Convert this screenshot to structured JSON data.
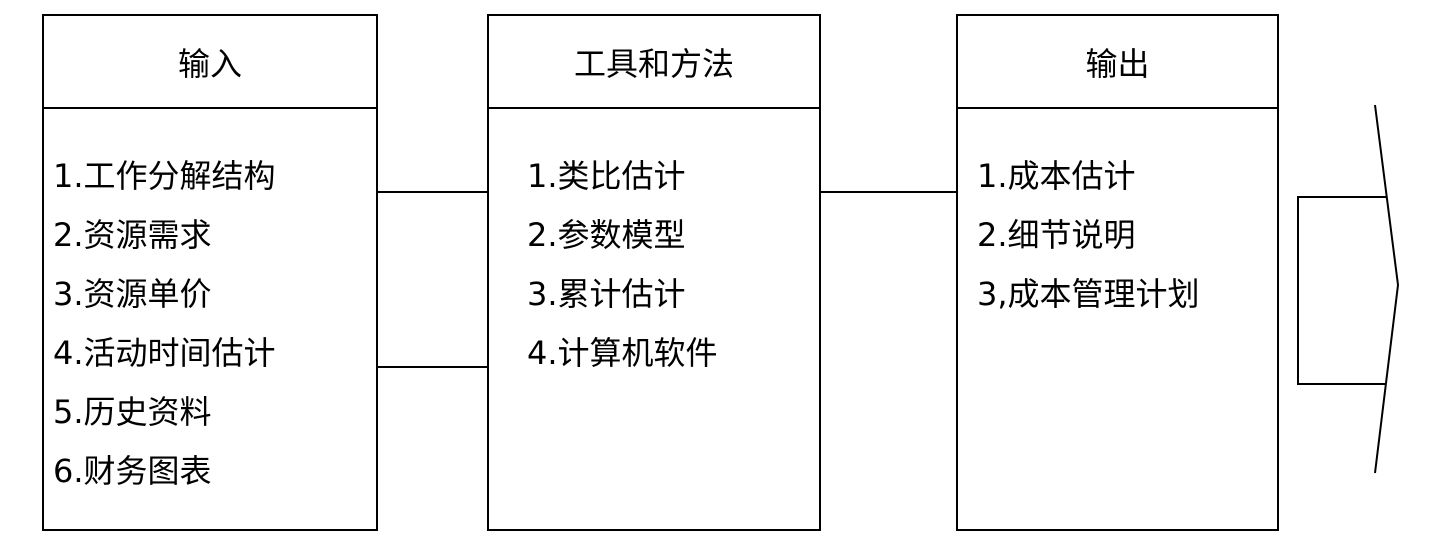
{
  "diagram": {
    "input": {
      "title": "输入",
      "items": [
        "1.工作分解结构",
        "2.资源需求",
        "3.资源单价",
        "4.活动时间估计",
        "5.历史资料",
        "6.财务图表"
      ]
    },
    "tools": {
      "title": "工具和方法",
      "items": [
        "1.类比估计",
        "2.参数模型",
        "3.累计估计",
        "4.计算机软件"
      ]
    },
    "output": {
      "title": "输出",
      "items": [
        "1.成本估计",
        "2.细节说明",
        "3,成本管理计划"
      ]
    }
  }
}
